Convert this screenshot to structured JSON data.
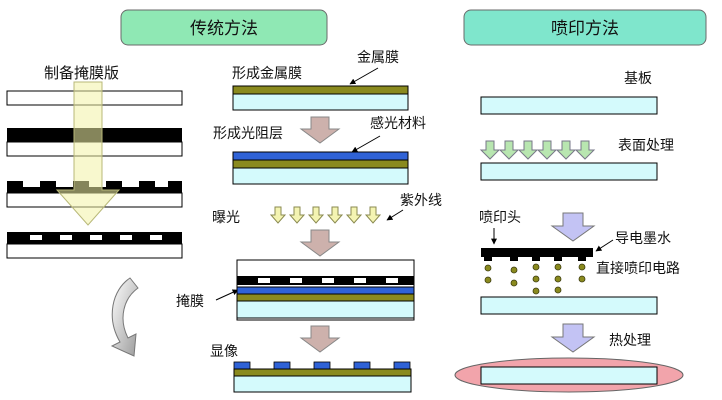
{
  "headers": {
    "traditional": "传统方法",
    "inkjet": "喷印方法"
  },
  "mask_process": {
    "title": "制备掩膜版"
  },
  "traditional_steps": {
    "metal_film": "金属膜",
    "form_metal_film": "形成金属膜",
    "form_photoresist": "形成光阻层",
    "photosensitive_material": "感光材料",
    "uv_light": "紫外线",
    "exposure": "曝光",
    "mask": "掩膜",
    "develop": "显像"
  },
  "inkjet_steps": {
    "substrate": "基板",
    "surface_treatment": "表面处理",
    "print_head": "喷印头",
    "conductive_ink": "导电墨水",
    "direct_print": "直接喷印电路",
    "heat_treatment": "热处理"
  },
  "colors": {
    "header_fill": "#8fe8b4",
    "substrate_fill": "#d4fafc",
    "metal_fill": "#8a8a1e",
    "resist_fill": "#2f62d6",
    "arrow_down_fill": "#cdb1ac",
    "inkjet_arrow_fill": "#c3c3f4",
    "light_arrow_fill": "#f4f4b2",
    "surface_arrow_fill": "#b8e6b0",
    "heat_ellipse_fill": "#f2a4ab"
  }
}
